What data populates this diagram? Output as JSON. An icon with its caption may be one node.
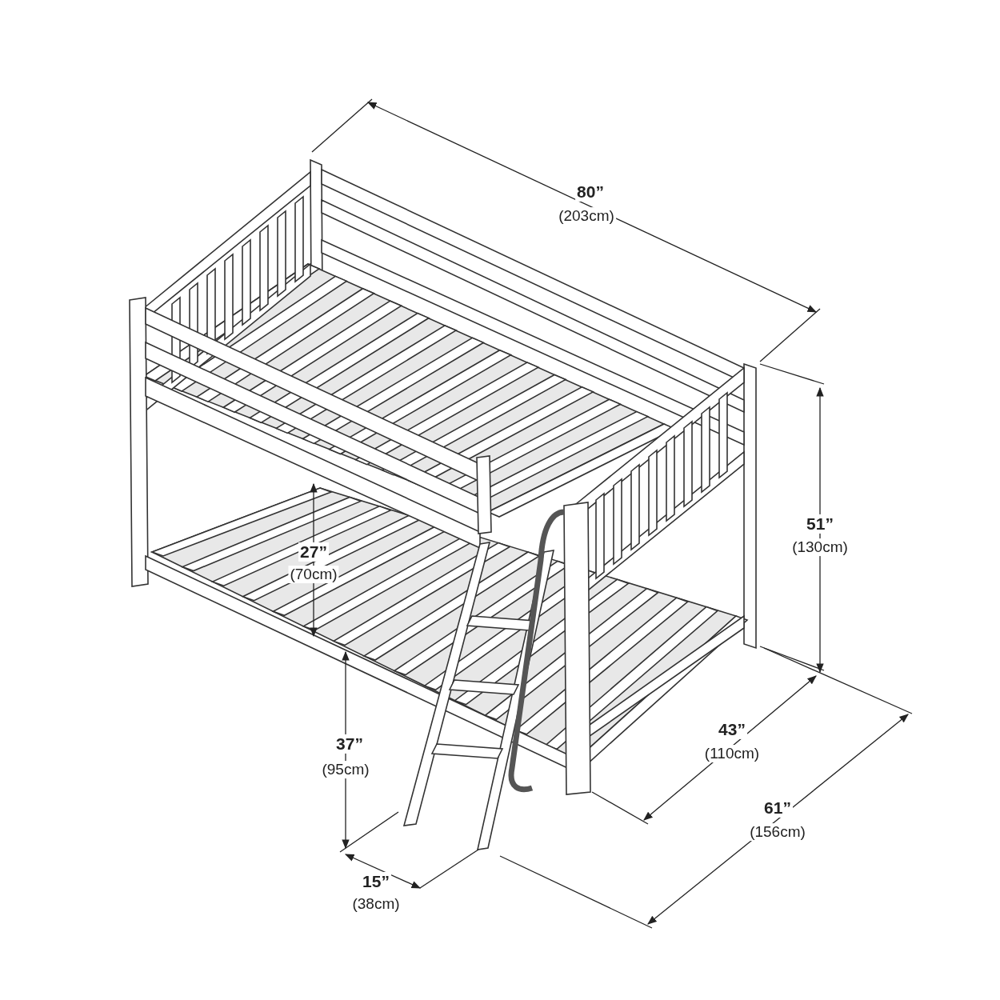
{
  "diagram": {
    "labels": [
      "80”",
      "(203cm)",
      "51”",
      "(130cm)",
      "27”",
      "(70cm)",
      "43”",
      "(110cm)",
      "37”",
      "(95cm)",
      "61”",
      "(156cm)",
      "15”",
      "(38cm)"
    ]
  }
}
